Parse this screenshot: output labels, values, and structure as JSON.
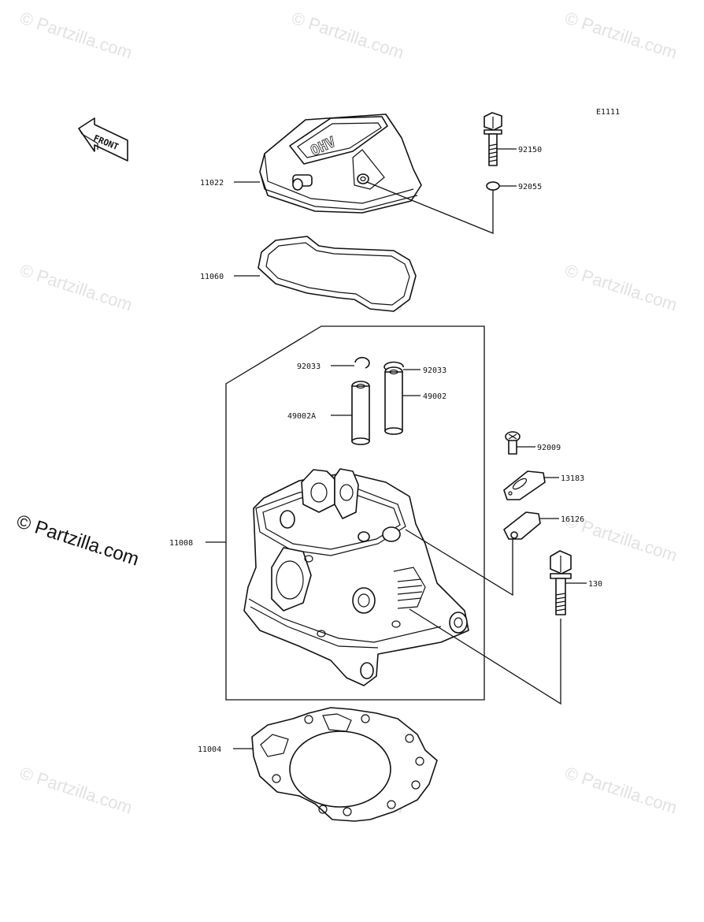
{
  "diagram_code": "E1111",
  "front_label": "FRONT",
  "cover_emboss": "OHV",
  "watermarks": {
    "small": "© Partzilla.com",
    "main": "© Partzilla.com"
  },
  "callouts": [
    {
      "id": "11022",
      "label": "11022"
    },
    {
      "id": "11060",
      "label": "11060"
    },
    {
      "id": "92150",
      "label": "92150"
    },
    {
      "id": "92055",
      "label": "92055"
    },
    {
      "id": "92033a",
      "label": "92033"
    },
    {
      "id": "92033b",
      "label": "92033"
    },
    {
      "id": "49002a",
      "label": "49002A"
    },
    {
      "id": "49002",
      "label": "49002"
    },
    {
      "id": "92009",
      "label": "92009"
    },
    {
      "id": "13183",
      "label": "13183"
    },
    {
      "id": "16126",
      "label": "16126"
    },
    {
      "id": "130",
      "label": "130"
    },
    {
      "id": "11008",
      "label": "11008"
    },
    {
      "id": "11004",
      "label": "11004"
    }
  ]
}
